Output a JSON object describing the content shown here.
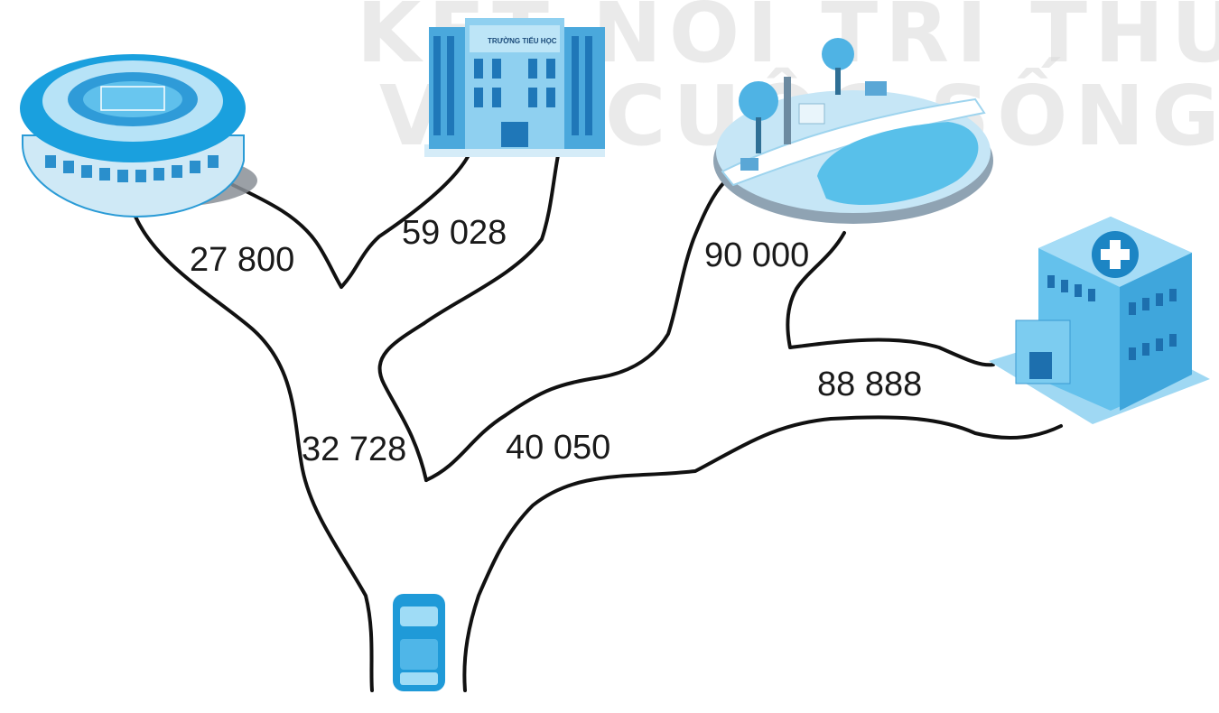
{
  "watermark": {
    "line1": "KẾT NỐI TRI THỨC",
    "line2": "VỚI CUỘC SỐNG"
  },
  "places": {
    "stadium": {
      "icon": "stadium-icon"
    },
    "school": {
      "icon": "school-icon",
      "sign": "TRƯỜNG TIỂU HỌC"
    },
    "park": {
      "icon": "park-icon"
    },
    "hospital": {
      "icon": "hospital-icon"
    },
    "car": {
      "icon": "car-icon"
    }
  },
  "routes": [
    {
      "id": "stadium-fork",
      "value": "27 800"
    },
    {
      "id": "school-fork",
      "value": "59 028"
    },
    {
      "id": "fork-car",
      "value": "32 728"
    },
    {
      "id": "fork-park",
      "value": "40 050"
    },
    {
      "id": "park-hospital",
      "value": "90 000"
    },
    {
      "id": "car-hospital",
      "value": "88 888"
    }
  ],
  "colors": {
    "road": "#111111",
    "building_light": "#a9dcf5",
    "building_mid": "#3fb0e6",
    "building_dark": "#1e88c8",
    "label": "#1a1a1a"
  }
}
